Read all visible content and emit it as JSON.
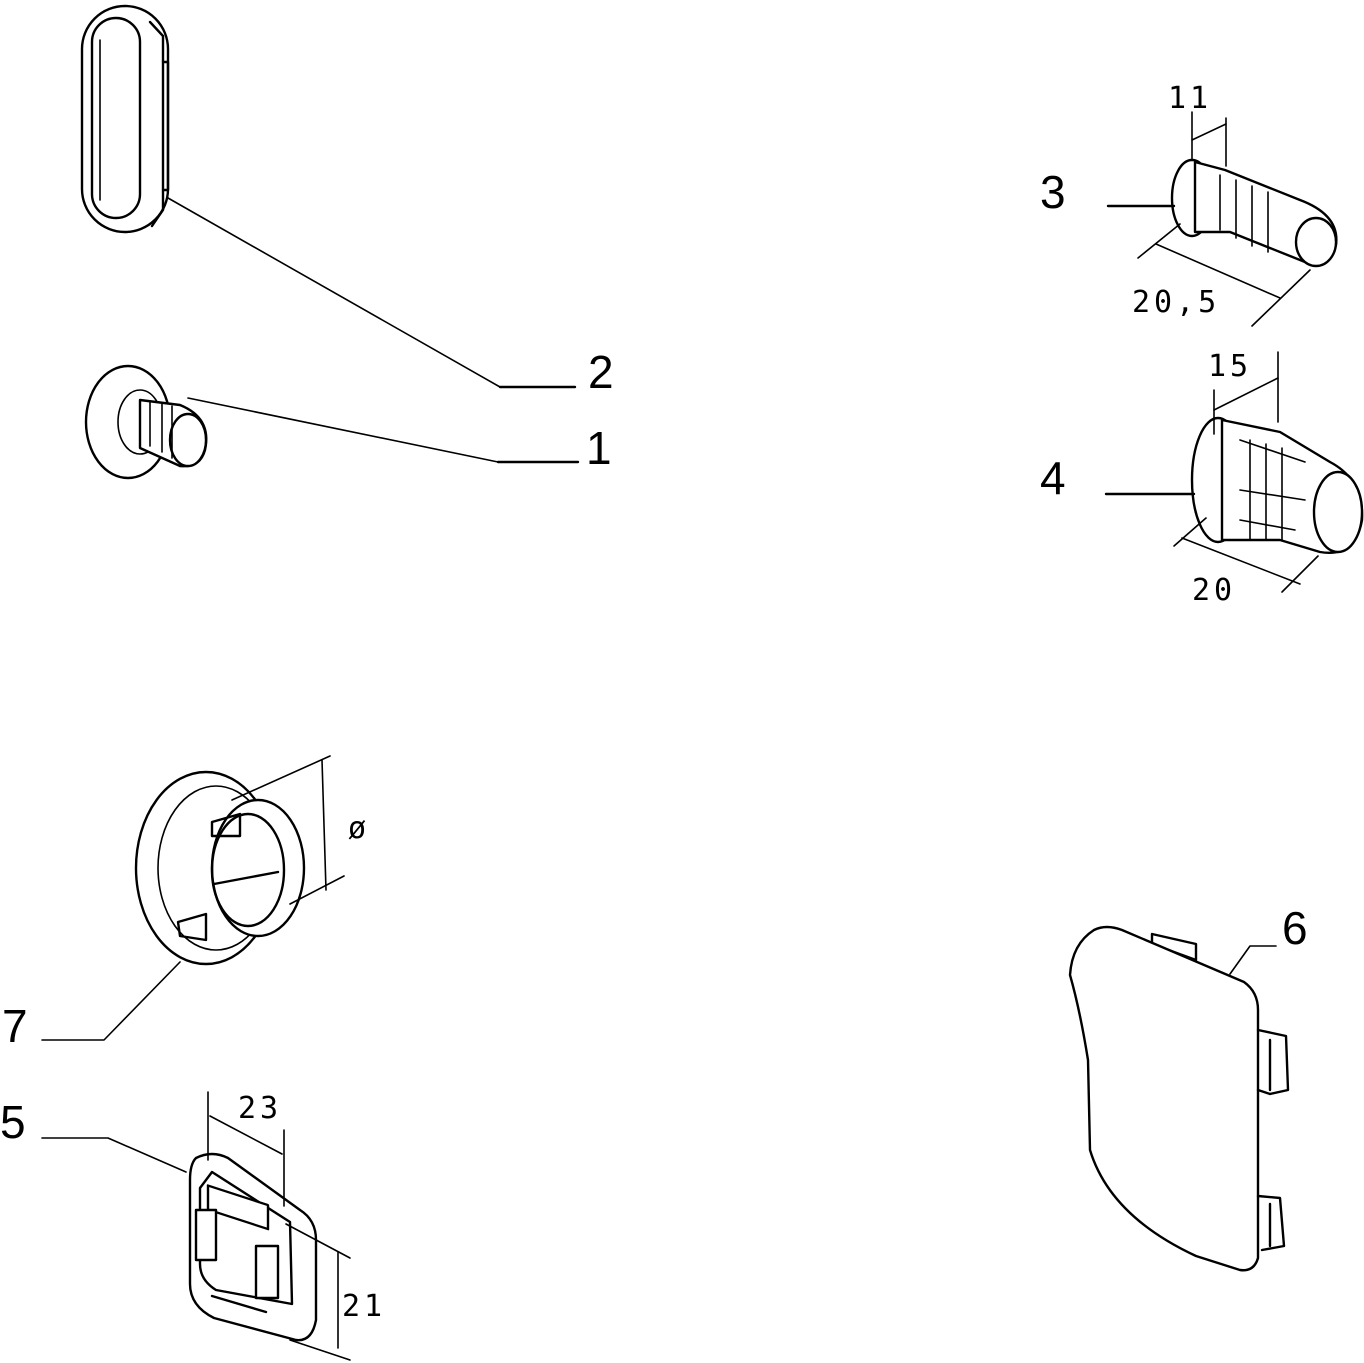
{
  "diagram": {
    "parts": [
      {
        "id": "1",
        "callout": "1"
      },
      {
        "id": "2",
        "callout": "2"
      },
      {
        "id": "3",
        "callout": "3"
      },
      {
        "id": "4",
        "callout": "4"
      },
      {
        "id": "5",
        "callout": "5"
      },
      {
        "id": "6",
        "callout": "6"
      },
      {
        "id": "7",
        "callout": "7"
      }
    ],
    "dimensions": {
      "part3_head": "11",
      "part3_length": "20,5",
      "part4_head": "15",
      "part4_length": "20",
      "part5_width": "23",
      "part5_height": "21",
      "part7_diameter": "ø"
    },
    "colors": {
      "line": "#000000",
      "background": "#ffffff"
    }
  }
}
